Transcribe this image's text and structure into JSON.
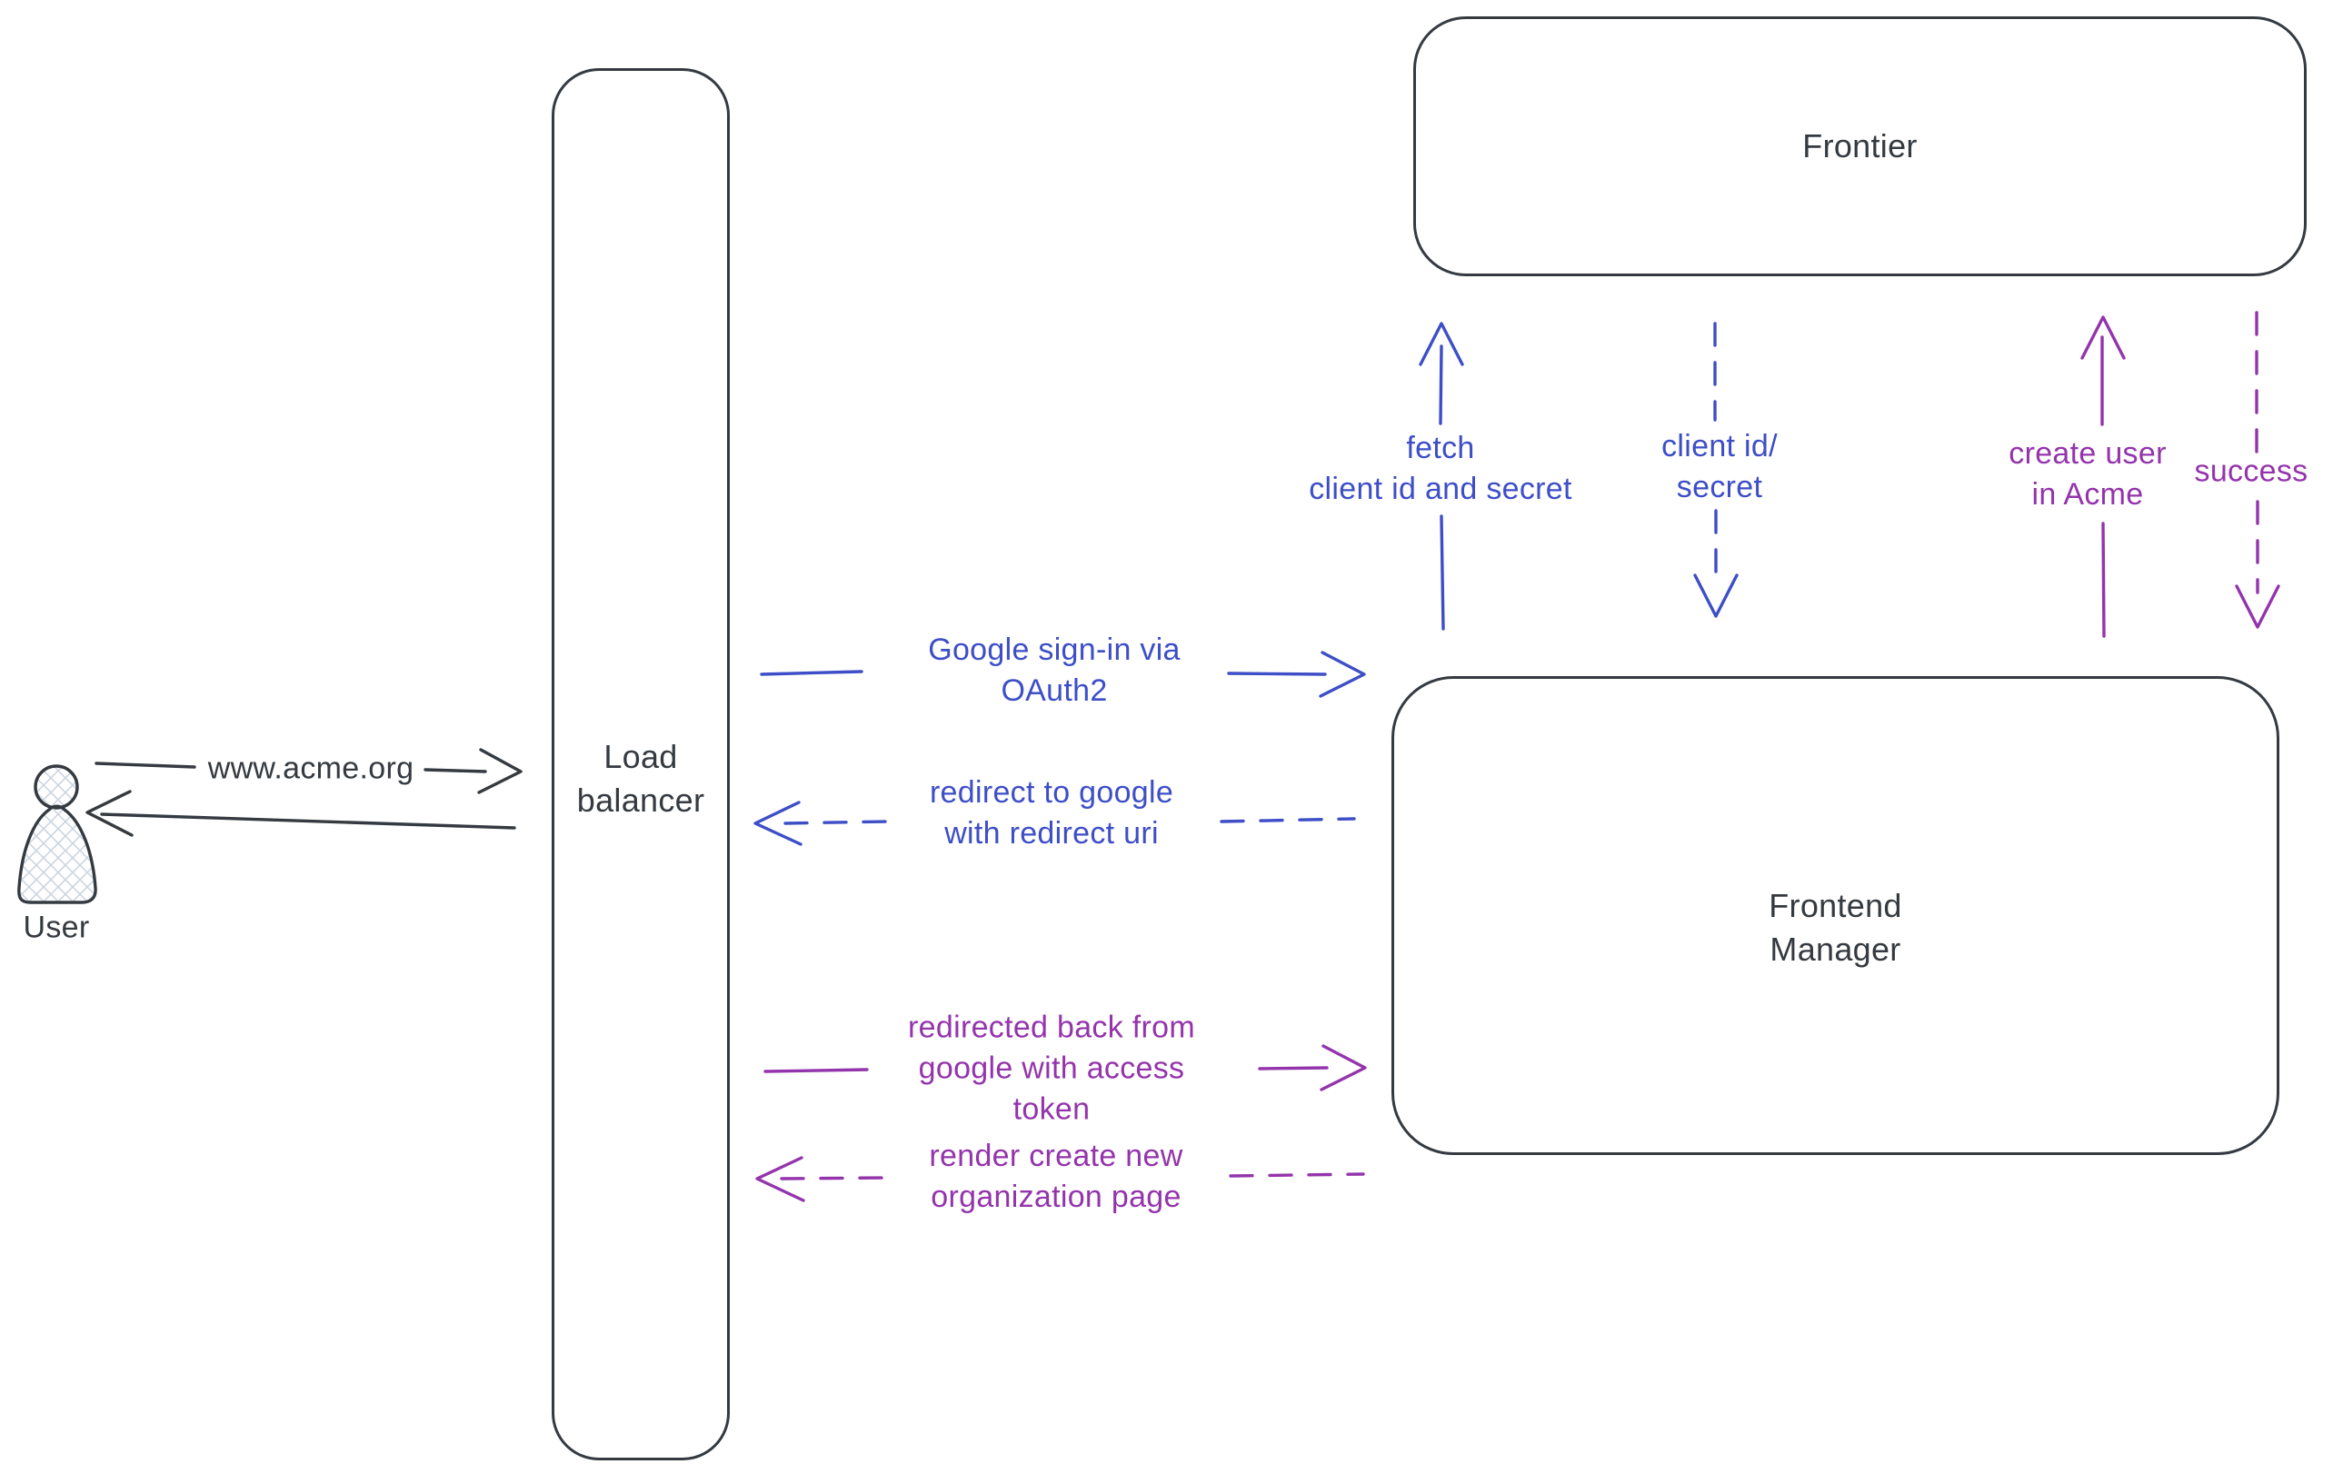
{
  "canvas": {
    "background": "#ffffff",
    "colors": {
      "ink": "#343a40",
      "blue": "#3d4ec7",
      "purple": "#9434ac",
      "hatch": "#ccd5e0"
    },
    "nodes": {
      "user": {
        "label": "User",
        "shape": "person"
      },
      "load_balancer": {
        "label": "Load\nbalancer",
        "shape": "rounded-rect"
      },
      "frontier": {
        "label": "Frontier",
        "shape": "rounded-rect"
      },
      "frontend_manager": {
        "label": "Frontend\nManager",
        "shape": "rounded-rect"
      }
    },
    "edges": {
      "www_acme": {
        "label": "www.acme.org",
        "style": "solid",
        "direction": "right",
        "color": "ink"
      },
      "acme_response": {
        "label": "",
        "style": "solid",
        "direction": "left",
        "color": "ink"
      },
      "google_signin": {
        "label": "Google sign-in via\nOAuth2",
        "style": "solid",
        "direction": "right",
        "color": "blue"
      },
      "redirect_google": {
        "label": "redirect to google\nwith redirect uri",
        "style": "dashed",
        "direction": "left",
        "color": "blue"
      },
      "redirected_back": {
        "label": "redirected back from\ngoogle with access\ntoken",
        "style": "solid",
        "direction": "right",
        "color": "purple"
      },
      "render_page": {
        "label": "render create new\norganization page",
        "style": "dashed",
        "direction": "left",
        "color": "purple"
      },
      "fetch_secret": {
        "label": "fetch\nclient id and secret",
        "style": "solid",
        "direction": "up",
        "color": "blue"
      },
      "client_id_secret": {
        "label": "client id/\nsecret",
        "style": "dashed",
        "direction": "down",
        "color": "blue"
      },
      "create_user": {
        "label": "create user\nin Acme",
        "style": "solid",
        "direction": "up",
        "color": "purple"
      },
      "success": {
        "label": "success",
        "style": "dashed",
        "direction": "down",
        "color": "purple"
      }
    }
  }
}
